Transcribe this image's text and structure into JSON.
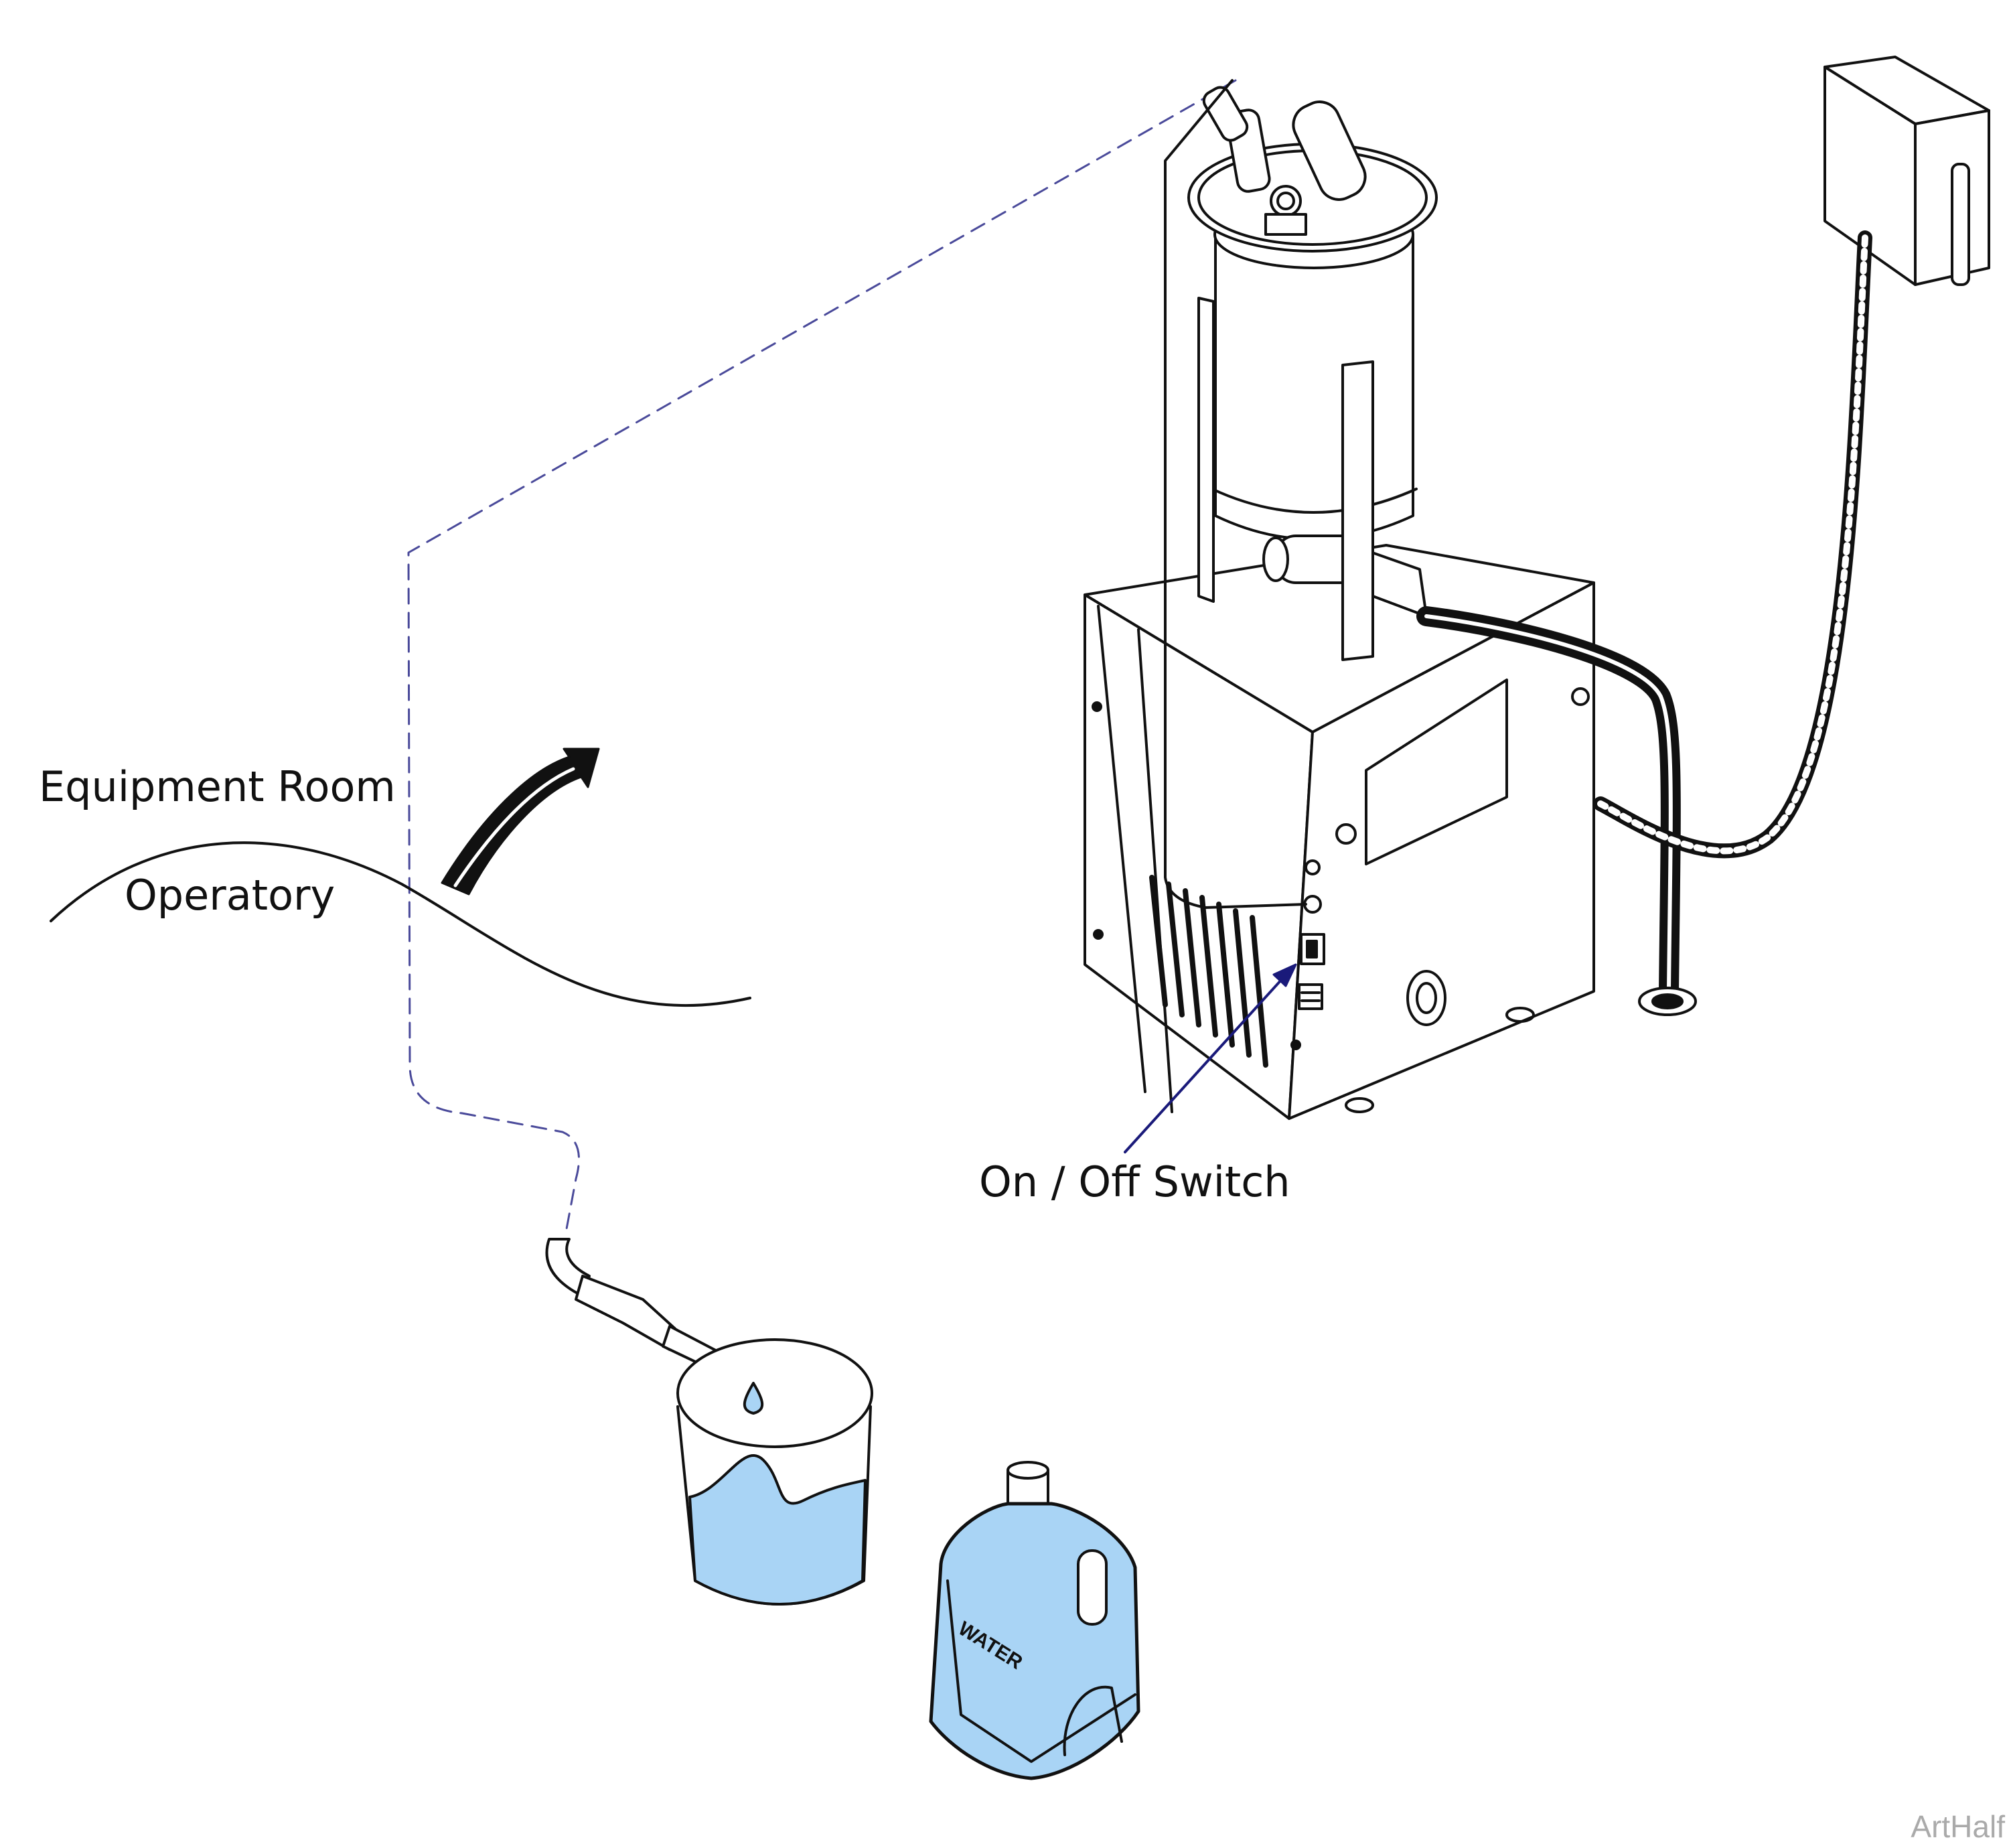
{
  "labels": {
    "equipment_room": "Equipment Room",
    "operatory": "Operatory",
    "on_off_switch": "On / Off Switch",
    "art_note": "ArtHalf",
    "jug_text": "WATER"
  },
  "colors": {
    "line": "#111111",
    "dashed_line": "#4a4a9a",
    "water": "#a9d4f5",
    "leader": "#1a1a7a",
    "watermark": "#aaaaaa"
  },
  "icons": [
    "curved-arrow-icon",
    "water-drop-icon",
    "water-jug-icon",
    "cup-icon",
    "handpiece-icon"
  ]
}
